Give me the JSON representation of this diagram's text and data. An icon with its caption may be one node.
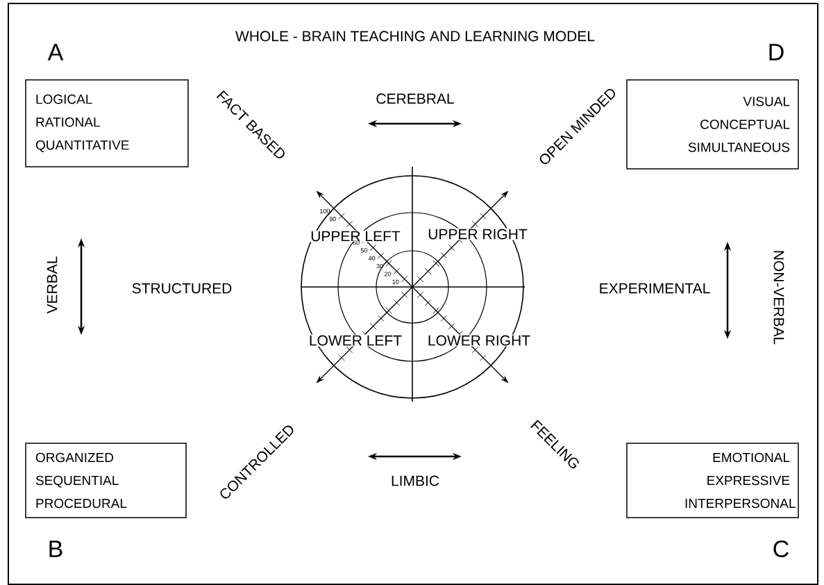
{
  "diagram": {
    "title": "WHOLE - BRAIN TEACHING AND LEARNING MODEL",
    "nodes": [
      {
        "text": [
          "LOGICAL RATIONAL QUANTITATIVE"
        ]
      },
      {
        "text": [
          "VISUAL CONCEPTUAL SIMULTANEOUS"
        ]
      },
      {
        "text": [
          "ORGANIZED SEQUENTIAL PROCEDURAL"
        ]
      },
      {
        "text": [
          "EMOTIONAL EXPRESSIVE INTERPERSONAL"
        ]
      }
    ],
    "labels": [
      "A",
      "D",
      "CEREBRAL",
      "FACT BASED",
      "OPEN MINDED",
      "VERBAL",
      "STRUCTURED",
      "UPPER LEFT",
      "UPPER RIGHT",
      "NON-VERBAL",
      "EXPERIMENTAL",
      "LOWER LEFT",
      "LOWER RIGHT",
      "CONTROLLED",
      "FEELING",
      "LIMBIC",
      "B",
      "C",
      "100",
      "90",
      "60",
      "50",
      "40",
      "30",
      "20",
      "10"
    ]
  }
}
